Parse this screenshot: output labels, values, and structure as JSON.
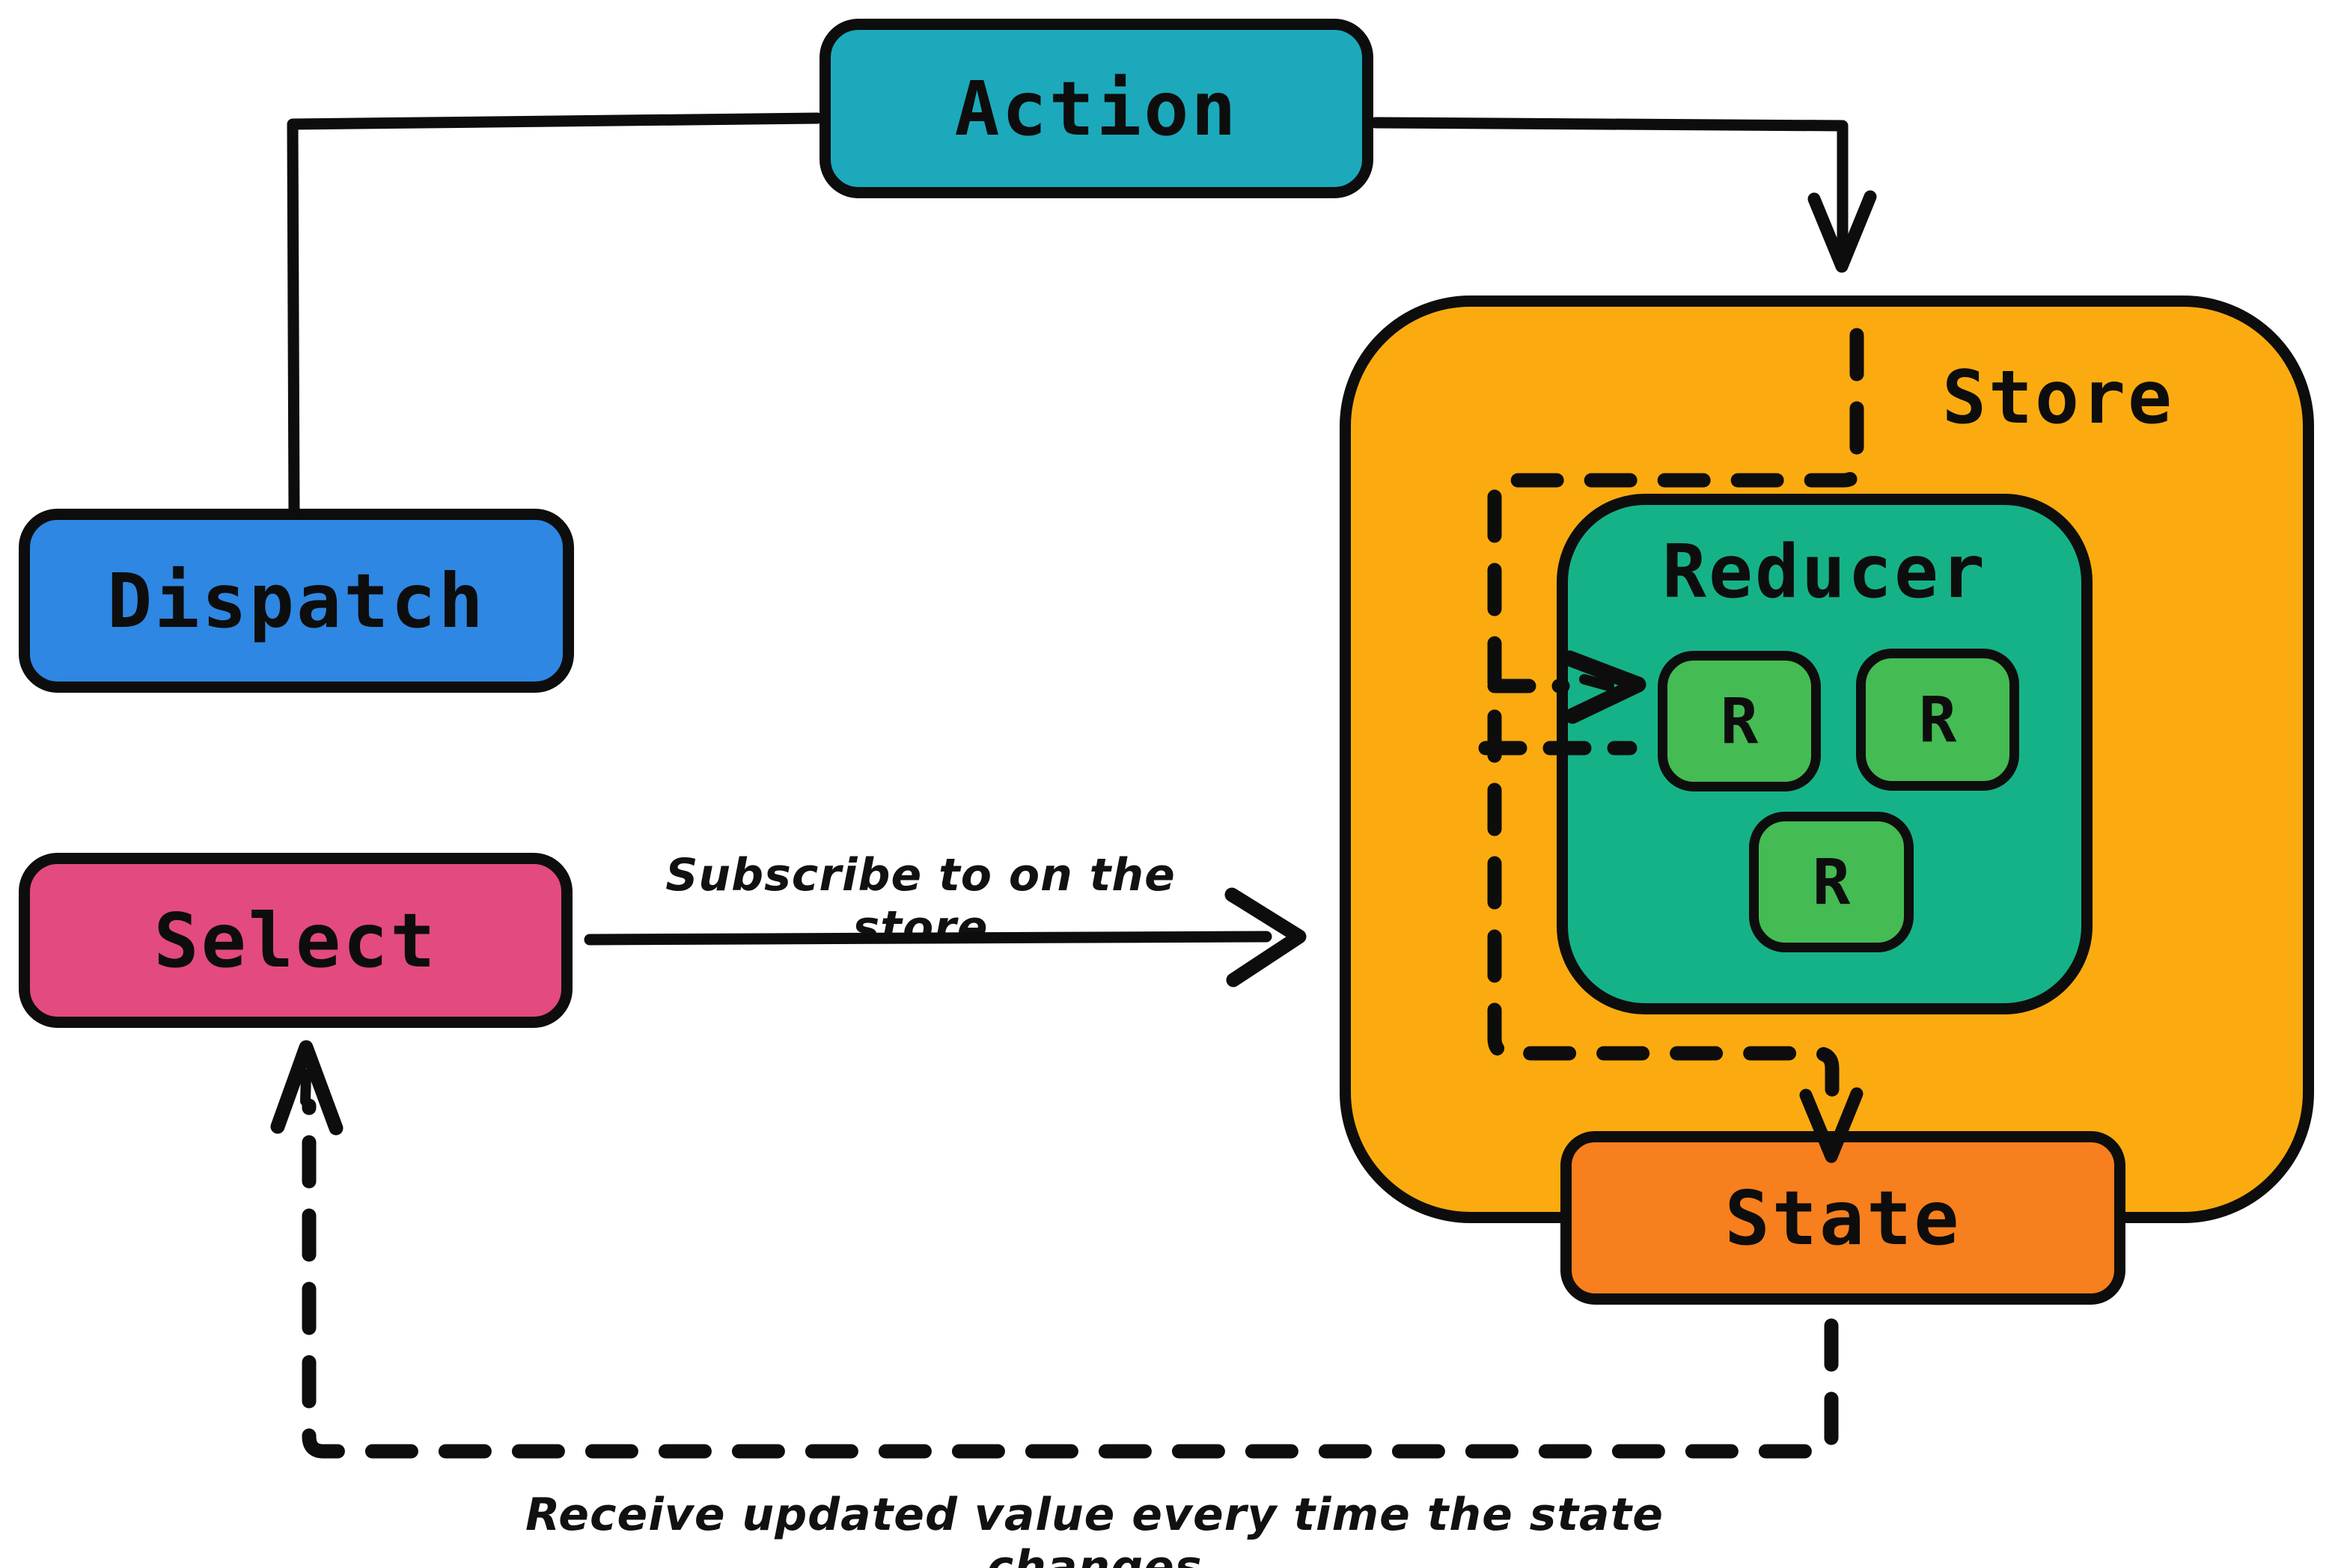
{
  "canvas": {
    "background": "#ffffff",
    "ink": "#0d0d0d"
  },
  "nodes": {
    "action": {
      "label": "Action",
      "fill": "#1ca9bc"
    },
    "dispatch": {
      "label": "Dispatch",
      "fill": "#2e87e2"
    },
    "select": {
      "label": "Select",
      "fill": "#e34a80"
    },
    "store": {
      "label": "Store",
      "fill": "#fbab10"
    },
    "reducer": {
      "label": "Reducer",
      "fill": "#16b287"
    },
    "state": {
      "label": "State",
      "fill": "#f77f1e"
    },
    "reducers": [
      {
        "label": "R",
        "fill": "#45bb53"
      },
      {
        "label": "R",
        "fill": "#45bb53"
      },
      {
        "label": "R",
        "fill": "#45bb53"
      }
    ]
  },
  "annotations": {
    "subscribe": "Subscribe to on the store",
    "receive": "Receive updated value every time the state changes"
  }
}
